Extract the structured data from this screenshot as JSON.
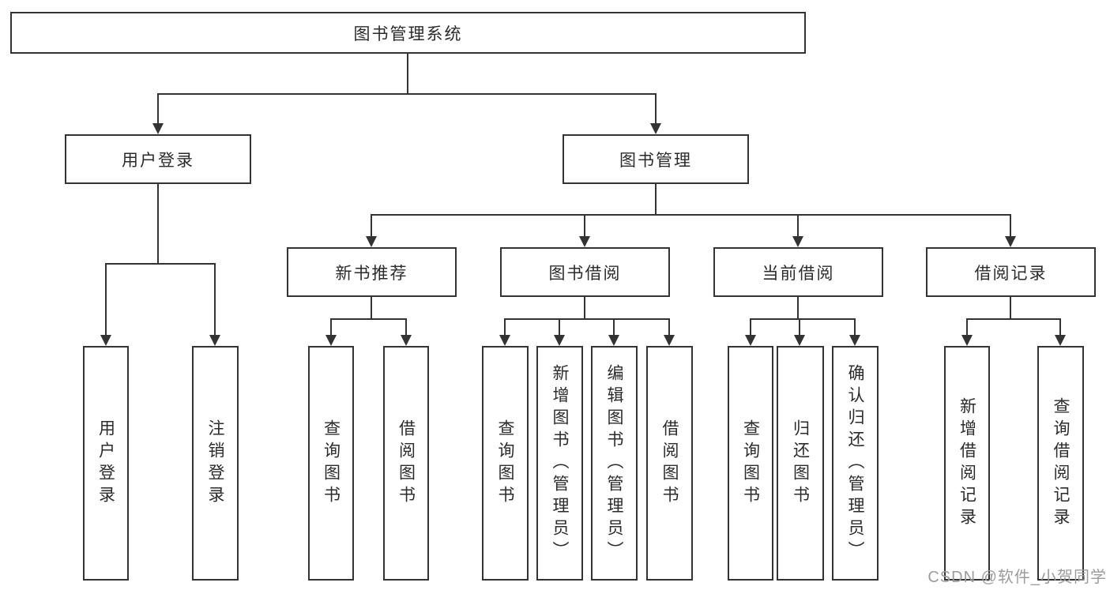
{
  "diagram": {
    "type": "hierarchy-tree",
    "root": {
      "label": "图书管理系统",
      "children": [
        {
          "label": "用户登录",
          "children": [
            {
              "label": "用户登录"
            },
            {
              "label": "注销登录"
            }
          ]
        },
        {
          "label": "图书管理",
          "children": [
            {
              "label": "新书推荐",
              "children": [
                {
                  "label": "查询图书"
                },
                {
                  "label": "借阅图书"
                }
              ]
            },
            {
              "label": "图书借阅",
              "children": [
                {
                  "label": "查询图书"
                },
                {
                  "label": "新增图书（管理员）"
                },
                {
                  "label": "编辑图书（管理员）"
                },
                {
                  "label": "借阅图书"
                }
              ]
            },
            {
              "label": "当前借阅",
              "children": [
                {
                  "label": "查询图书"
                },
                {
                  "label": "归还图书"
                },
                {
                  "label": "确认归还（管理员）"
                }
              ]
            },
            {
              "label": "借阅记录",
              "children": [
                {
                  "label": "新增借阅记录"
                },
                {
                  "label": "查询借阅记录"
                }
              ]
            }
          ]
        }
      ]
    },
    "colors": {
      "line": "#333333",
      "text": "#2b2b2b",
      "background": "#ffffff",
      "watermark": "#9c9c9c"
    }
  },
  "watermark": {
    "text": "CSDN @软件_小贺同学"
  }
}
